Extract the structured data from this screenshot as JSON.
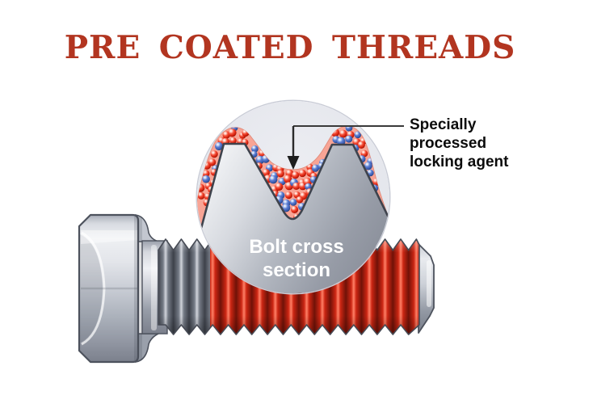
{
  "title": {
    "text": "PRE COATED THREADS",
    "color": "#b23520"
  },
  "label": {
    "lines": [
      "Specially",
      "processed",
      "locking agent"
    ]
  },
  "magnifier": {
    "caption_lines": [
      "Bolt cross",
      "section"
    ]
  },
  "palette": {
    "title_red": "#b23520",
    "thread_red_highlight": "#ff8066",
    "thread_red": "#cc2613",
    "thread_red_shadow": "#701208",
    "steel_light": "#eff0f3",
    "steel_mid": "#b2b7c0",
    "steel_dark": "#3d414a",
    "outline": "#4d525d",
    "lens_background": "#e4e6ec",
    "coating_pink": "#f8a495",
    "particle_red": "#e02a18",
    "particle_blue": "#3f63b8",
    "label_text": "#0c0c0c",
    "caption_text": "#ffffff",
    "background": "#ffffff"
  }
}
